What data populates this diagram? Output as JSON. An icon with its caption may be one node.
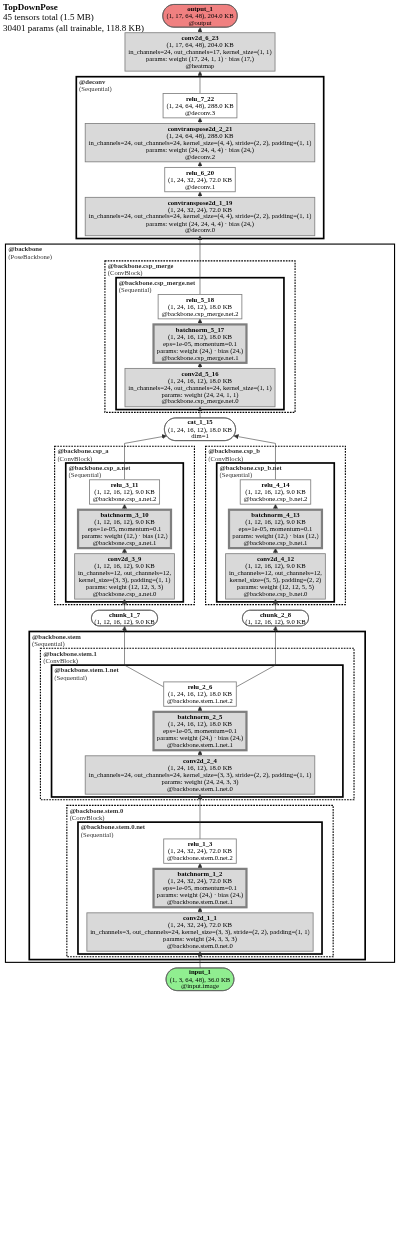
{
  "diagram": {
    "title": "TopDownPose",
    "labels": [
      "45 tensors total (1.5 MB)",
      "30401 params (all trainable, 118.8 KB)"
    ],
    "nodes": [
      {
        "text": [
          "output_1",
          "(1, 17, 64, 48), 204.0 KB",
          "@output"
        ]
      },
      {
        "text": [
          "conv2d_6_23",
          "(1, 17, 64, 48), 204.0 KB",
          "in_channels=24, out_channels=17, kernel_size=(1, 1)",
          "params: weight (17, 24, 1, 1) · bias (17,)",
          "@heatmap"
        ]
      },
      {
        "text": [
          "@deconv",
          "(Sequential)"
        ]
      },
      {
        "text": [
          "relu_7_22",
          "(1, 24, 64, 48), 288.0 KB",
          "@deconv.3"
        ],
        "in": 2
      },
      {
        "text": [
          "convtranspose2d_2_21",
          "(1, 24, 64, 48), 288.0 KB",
          "in_channels=24, out_channels=24, kernel_size=(4, 4), stride=(2, 2), padding=(1, 1)",
          "params: weight (24, 24, 4, 4) · bias (24,)",
          "@deconv.2"
        ],
        "in": 2
      },
      {
        "text": [
          "relu_6_20",
          "(1, 24, 32, 24), 72.0 KB",
          "@deconv.1"
        ],
        "in": 2
      },
      {
        "text": [
          "convtranspose2d_1_19",
          "(1, 24, 32, 24), 72.0 KB",
          "in_channels=24, out_channels=24, kernel_size=(4, 4), stride=(2, 2), padding=(1, 1)",
          "params: weight (24, 24, 4, 4) · bias (24,)",
          "@deconv.0"
        ],
        "in": 2
      },
      {
        "text": [
          "@backbone",
          "(PoseBackbone)"
        ]
      },
      {
        "text": [
          "@backbone.csp_merge",
          "(ConvBlock)"
        ],
        "in": 7
      },
      {
        "text": [
          "@backbone.csp_merge.net",
          "(Sequential)"
        ],
        "in": 8
      },
      {
        "text": [
          "relu_5_18",
          "(1, 24, 16, 12), 18.0 KB",
          "@backbone.csp_merge.net.2"
        ],
        "in": 9
      },
      {
        "text": [
          "batchnorm_5_17",
          "(1, 24, 16, 12), 18.0 KB",
          "eps=1e-05, momentum=0.1",
          "params: weight (24,) · bias (24,)",
          "@backbone.csp_merge.net.1"
        ],
        "in": 9
      },
      {
        "text": [
          "conv2d_5_16",
          "(1, 24, 16, 12), 18.0 KB",
          "in_channels=24, out_channels=24, kernel_size=(1, 1)",
          "params: weight (24, 24, 1, 1)",
          "@backbone.csp_merge.net.0"
        ],
        "in": 9
      },
      {
        "text": [
          "cat_1_15",
          "(1, 24, 16, 12), 18.0 KB",
          "dim=1"
        ],
        "in": 7
      },
      {
        "text": [
          "@backbone.csp_a",
          "(ConvBlock)"
        ],
        "in": 7
      },
      {
        "text": [
          "@backbone.csp_a.net",
          "(Sequential)"
        ],
        "in": 14
      },
      {
        "text": [
          "relu_3_11",
          "(1, 12, 16, 12), 9.0 KB",
          "@backbone.csp_a.net.2"
        ],
        "in": 15
      },
      {
        "text": [
          "batchnorm_3_10",
          "(1, 12, 16, 12), 9.0 KB",
          "eps=1e-05, momentum=0.1",
          "params: weight (12,) · bias (12,)",
          "@backbone.csp_a.net.1"
        ],
        "in": 15
      },
      {
        "text": [
          "conv2d_3_9",
          "(1, 12, 16, 12), 9.0 KB",
          "in_channels=12, out_channels=12, kernel_size=(3, 3), padding=(1, 1)",
          "params: weight (12, 12, 3, 3)",
          "@backbone.csp_a.net.0"
        ],
        "in": 15
      },
      {
        "text": [
          "@backbone.csp_b",
          "(ConvBlock)"
        ],
        "in": 7
      },
      {
        "text": [
          "@backbone.csp_b.net",
          "(Sequential)"
        ],
        "in": 19
      },
      {
        "text": [
          "relu_4_14",
          "(1, 12, 16, 12), 9.0 KB",
          "@backbone.csp_b.net.2"
        ],
        "in": 20
      },
      {
        "text": [
          "batchnorm_4_13",
          "(1, 12, 16, 12), 9.0 KB",
          "eps=1e-05, momentum=0.1",
          "params: weight (12,) · bias (12,)",
          "@backbone.csp_b.net.1"
        ],
        "in": 20
      },
      {
        "text": [
          "conv2d_4_12",
          "(1, 12, 16, 12), 9.0 KB",
          "in_channels=12, out_channels=12, kernel_size=(5, 5), padding=(2, 2)",
          "params: weight (12, 12, 5, 5)",
          "@backbone.csp_b.net.0"
        ],
        "in": 20
      },
      {
        "text": [
          "chunk_1_7",
          "(1, 12, 16, 12), 9.0 KB"
        ],
        "in": 7
      },
      {
        "text": [
          "chunk_2_8",
          "(1, 12, 16, 12), 9.0 KB"
        ],
        "in": 7
      },
      {
        "text": [
          "@backbone.stem",
          "(Sequential)"
        ],
        "in": 7
      },
      {
        "text": [
          "@backbone.stem.1",
          "(ConvBlock)"
        ],
        "in": 26
      },
      {
        "text": [
          "@backbone.stem.1.net",
          "(Sequential)"
        ],
        "in": 27
      },
      {
        "text": [
          "relu_2_6",
          "(1, 24, 16, 12), 18.0 KB",
          "@backbone.stem.1.net.2"
        ],
        "in": 28
      },
      {
        "text": [
          "batchnorm_2_5",
          "(1, 24, 16, 12), 18.0 KB",
          "eps=1e-05, momentum=0.1",
          "params: weight (24,) · bias (24,)",
          "@backbone.stem.1.net.1"
        ],
        "in": 28
      },
      {
        "text": [
          "conv2d_2_4",
          "(1, 24, 16, 12), 18.0 KB",
          "in_channels=24, out_channels=24, kernel_size=(3, 3), stride=(2, 2), padding=(1, 1)",
          "params: weight (24, 24, 3, 3)",
          "@backbone.stem.1.net.0"
        ],
        "in": 28
      },
      {
        "text": [
          "@backbone.stem.0",
          "(ConvBlock)"
        ],
        "in": 26
      },
      {
        "text": [
          "@backbone.stem.0.net",
          "(Sequential)"
        ],
        "in": 32
      },
      {
        "text": [
          "relu_1_3",
          "(1, 24, 32, 24), 72.0 KB",
          "@backbone.stem.0.net.2"
        ],
        "in": 33
      },
      {
        "text": [
          "batchnorm_1_2",
          "(1, 24, 32, 24), 72.0 KB",
          "eps=1e-05, momentum=0.1",
          "params: weight (24,) · bias (24,)",
          "@backbone.stem.0.net.1"
        ],
        "in": 33
      },
      {
        "text": [
          "conv2d_1_1",
          "(1, 24, 32, 24), 72.0 KB",
          "in_channels=3, out_channels=24, kernel_size=(3, 3), stride=(2, 2), padding=(1, 1)",
          "params: weight (24, 3, 3, 3)",
          "@backbone.stem.0.net.0"
        ],
        "in": 33
      },
      {
        "text": [
          "input_1",
          "(1, 3, 64, 48), 36.0 KB",
          "@input.image"
        ]
      }
    ],
    "edges": [
      {
        "from": 37,
        "to": 36,
        "arrow": "to"
      },
      {
        "from": 36,
        "to": 35,
        "arrow": "to"
      },
      {
        "from": 35,
        "to": 34,
        "arrow": "to"
      },
      {
        "from": 34,
        "to": 31,
        "arrow": "to"
      },
      {
        "from": 31,
        "to": 30,
        "arrow": "to"
      },
      {
        "from": 30,
        "to": 29,
        "arrow": "to"
      },
      {
        "from": 29,
        "to": 24,
        "arrow": "to"
      },
      {
        "from": 29,
        "to": 25,
        "arrow": "to"
      },
      {
        "from": 24,
        "to": 18,
        "arrow": "to"
      },
      {
        "from": 18,
        "to": 17,
        "arrow": "to"
      },
      {
        "from": 17,
        "to": 16,
        "arrow": "to"
      },
      {
        "from": 16,
        "to": 13,
        "arrow": "to"
      },
      {
        "from": 25,
        "to": 23,
        "arrow": "to"
      },
      {
        "from": 23,
        "to": 22,
        "arrow": "to"
      },
      {
        "from": 22,
        "to": 21,
        "arrow": "to"
      },
      {
        "from": 21,
        "to": 13,
        "arrow": "to"
      },
      {
        "from": 13,
        "to": 12,
        "arrow": "to"
      },
      {
        "from": 12,
        "to": 11,
        "arrow": "to"
      },
      {
        "from": 11,
        "to": 10,
        "arrow": "to"
      },
      {
        "from": 10,
        "to": 6,
        "arrow": "to"
      },
      {
        "from": 6,
        "to": 5,
        "arrow": "to"
      },
      {
        "from": 5,
        "to": 4,
        "arrow": "to"
      },
      {
        "from": 4,
        "to": 3,
        "arrow": "to"
      },
      {
        "from": 3,
        "to": 1,
        "arrow": "to"
      },
      {
        "from": 1,
        "to": 0,
        "arrow": "to"
      }
    ]
  }
}
